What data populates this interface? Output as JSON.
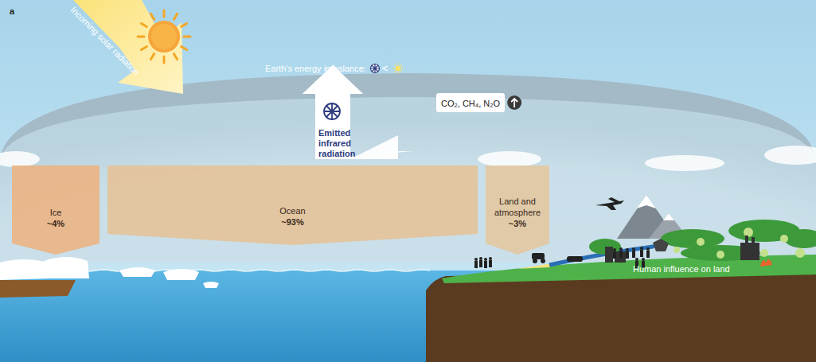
{
  "diagram": {
    "nodes": [
      {
        "text": [
          "Ice",
          "~4%"
        ]
      },
      {
        "text": [
          "Ocean",
          "~93%"
        ]
      },
      {
        "text": [
          "Land and atmosphere",
          "~3%"
        ]
      },
      {
        "text": [
          "CO₂, CH₄, N₂O"
        ]
      }
    ],
    "labels": [
      "a",
      "Incoming solar radiation",
      "Earth's energy imbalance:",
      "Emitted infrared radiation",
      "Human influence on land"
    ]
  }
}
